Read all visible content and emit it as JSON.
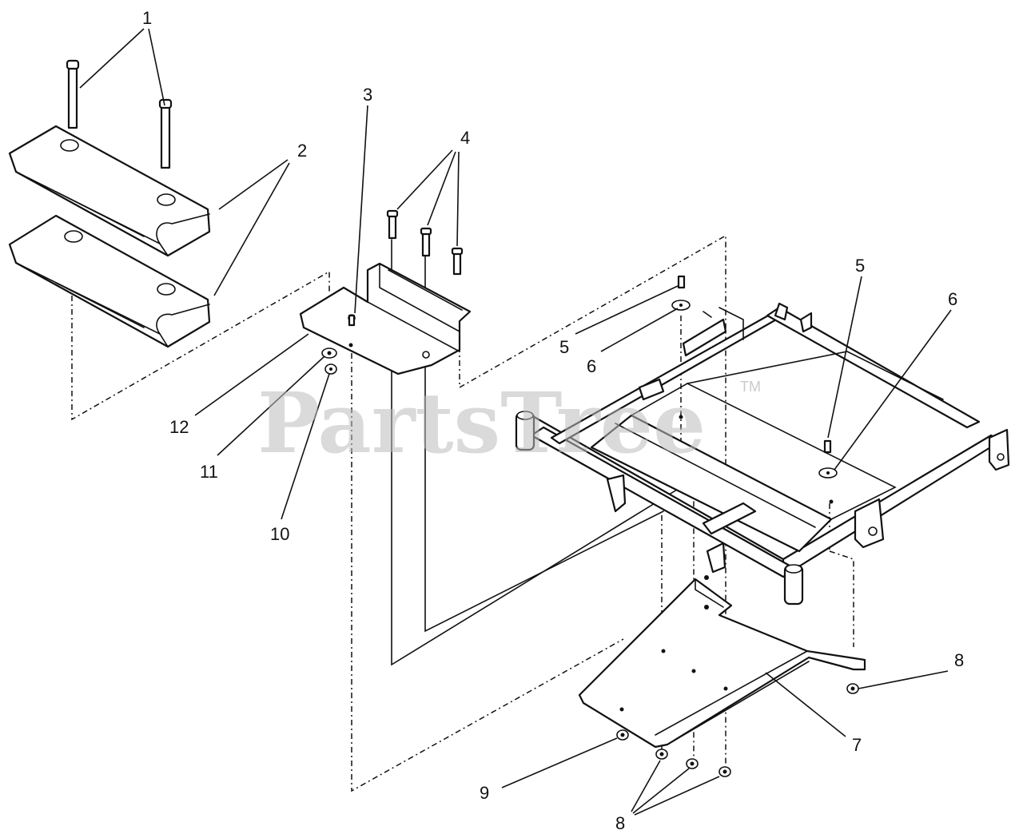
{
  "watermark": {
    "text": "PartsTree",
    "tm": "TM"
  },
  "callouts": {
    "c1": "1",
    "c2": "2",
    "c3": "3",
    "c4": "4",
    "c5a": "5",
    "c5b": "5",
    "c6a": "6",
    "c6b": "6",
    "c7": "7",
    "c8a": "8",
    "c8b": "8",
    "c9": "9",
    "c10": "10",
    "c11": "11",
    "c12": "12"
  }
}
